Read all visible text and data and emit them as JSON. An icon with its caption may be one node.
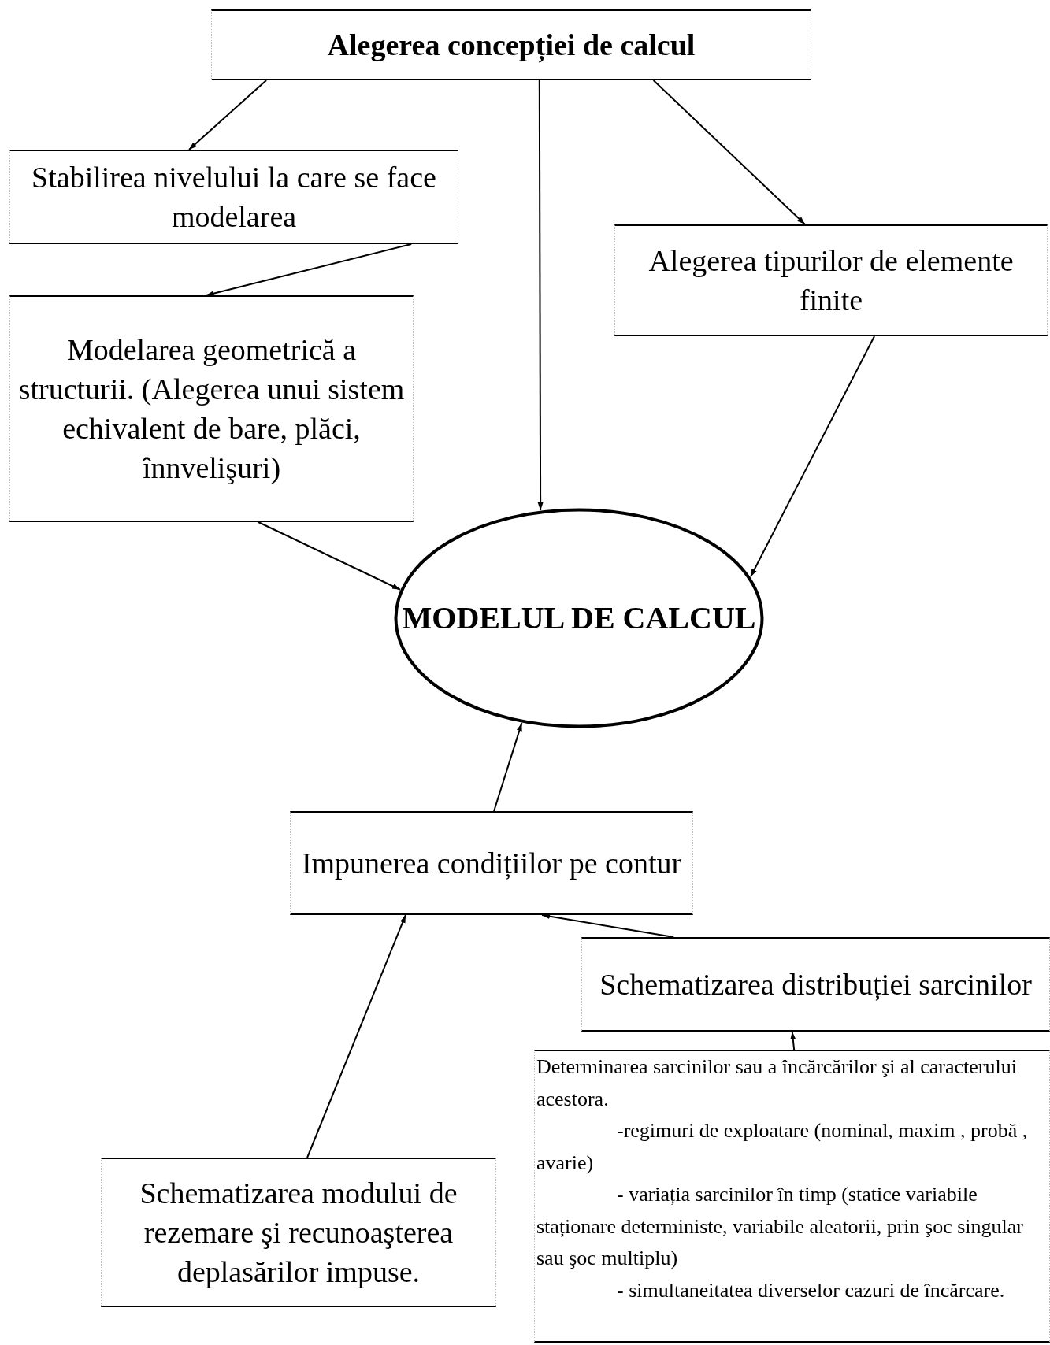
{
  "diagram": {
    "nodes": [
      {
        "text": [
          "Alegerea concepției de calcul"
        ]
      },
      {
        "text": [
          "Stabilirea nivelului la care se face modelarea"
        ]
      },
      {
        "text": [
          "Modelarea geometrică a structurii. (Alegerea unui sistem echivalent de bare, plăci, înnvelişuri)"
        ]
      },
      {
        "text": [
          "Alegerea tipurilor de elemente finite"
        ]
      },
      {
        "text": [
          "MODELUL DE CALCUL"
        ]
      },
      {
        "text": [
          "Impunerea condițiilor pe contur"
        ]
      },
      {
        "text": [
          "Schematizarea distribuției sarcinilor"
        ]
      },
      {
        "text": [
          "Determinarea sarcinilor sau a încărcărilor şi al caracterului acestora.",
          "-regimuri de exploatare (nominal, maxim , probă , avarie)",
          "- variația sarcinilor în timp (statice variabile staționare deterministe, variabile aleatorii, prin şoc singular sau şoc multiplu)",
          "- simultaneitatea  diverselor cazuri de încărcare."
        ]
      },
      {
        "text": [
          "Schematizarea modului de rezemare şi recunoaşterea deplasărilor impuse."
        ]
      }
    ],
    "edges": [
      {
        "from": 0,
        "to": 1,
        "arrow": "to"
      },
      {
        "from": 0,
        "to": 4,
        "arrow": "to"
      },
      {
        "from": 0,
        "to": 3,
        "arrow": "to"
      },
      {
        "from": 1,
        "to": 2,
        "arrow": "to"
      },
      {
        "from": 2,
        "to": 4,
        "arrow": "to"
      },
      {
        "from": 3,
        "to": 4,
        "arrow": "to"
      },
      {
        "from": 5,
        "to": 4,
        "arrow": "to"
      },
      {
        "from": 6,
        "to": 5,
        "arrow": "to"
      },
      {
        "from": 7,
        "to": 6,
        "arrow": "to"
      },
      {
        "from": 8,
        "to": 5,
        "arrow": "to"
      }
    ]
  }
}
